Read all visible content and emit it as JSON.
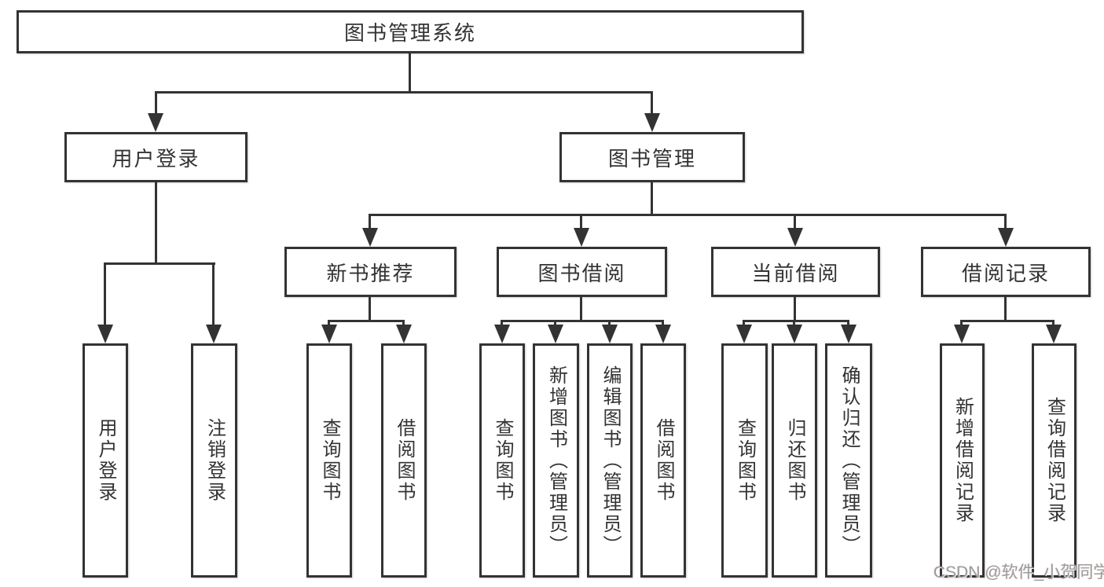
{
  "diagram": {
    "title": "图书管理系统",
    "branches": [
      {
        "label": "用户登录",
        "children": [
          {
            "label": "用户登录"
          },
          {
            "label": "注销登录"
          }
        ]
      },
      {
        "label": "图书管理",
        "children": [
          {
            "label": "新书推荐",
            "children": [
              {
                "label": "查询图书"
              },
              {
                "label": "借阅图书"
              }
            ]
          },
          {
            "label": "图书借阅",
            "children": [
              {
                "label": "查询图书"
              },
              {
                "label": "新增图书（管理员）"
              },
              {
                "label": "编辑图书（管理员）"
              },
              {
                "label": "借阅图书"
              }
            ]
          },
          {
            "label": "当前借阅",
            "children": [
              {
                "label": "查询图书"
              },
              {
                "label": "归还图书"
              },
              {
                "label": "确认归还（管理员）"
              }
            ]
          },
          {
            "label": "借阅记录",
            "children": [
              {
                "label": "新增借阅记录"
              },
              {
                "label": "查询借阅记录"
              }
            ]
          }
        ]
      }
    ]
  },
  "watermark": {
    "text": "CSDN @软件_小贺同学"
  },
  "colors": {
    "line": "#333333",
    "text": "#333333",
    "watermark_text": "#9b9b9b",
    "background": "#ffffff"
  }
}
